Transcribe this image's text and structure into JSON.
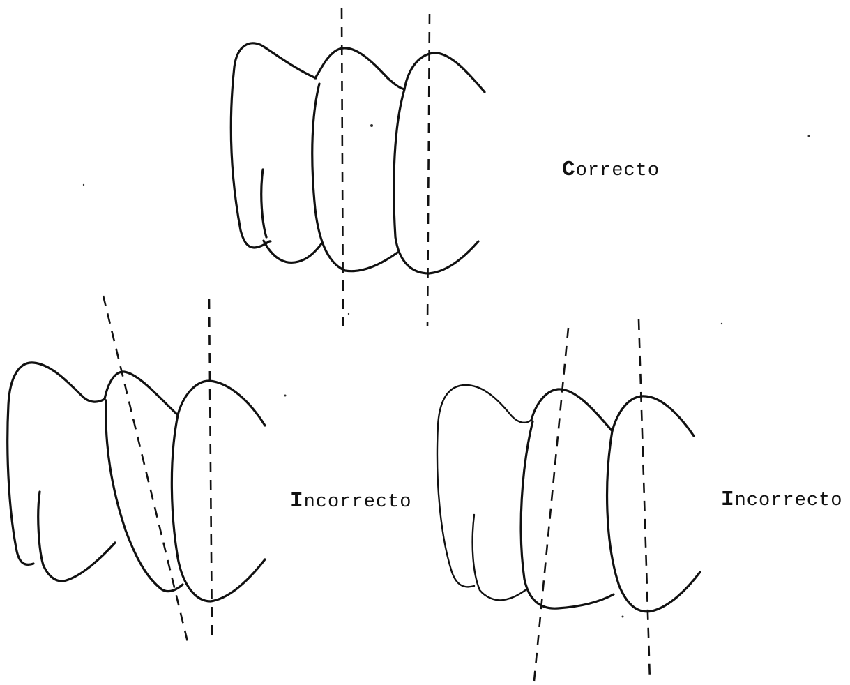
{
  "figures": [
    {
      "id": "top",
      "label": "Correcto",
      "initial": "C",
      "rest": "orrecto"
    },
    {
      "id": "bottom-left",
      "label": "Incorrecto",
      "initial": "I",
      "rest": "ncorrecto"
    },
    {
      "id": "bottom-right",
      "label": "Incorrecto",
      "initial": "I",
      "rest": "ncorrecto"
    }
  ]
}
